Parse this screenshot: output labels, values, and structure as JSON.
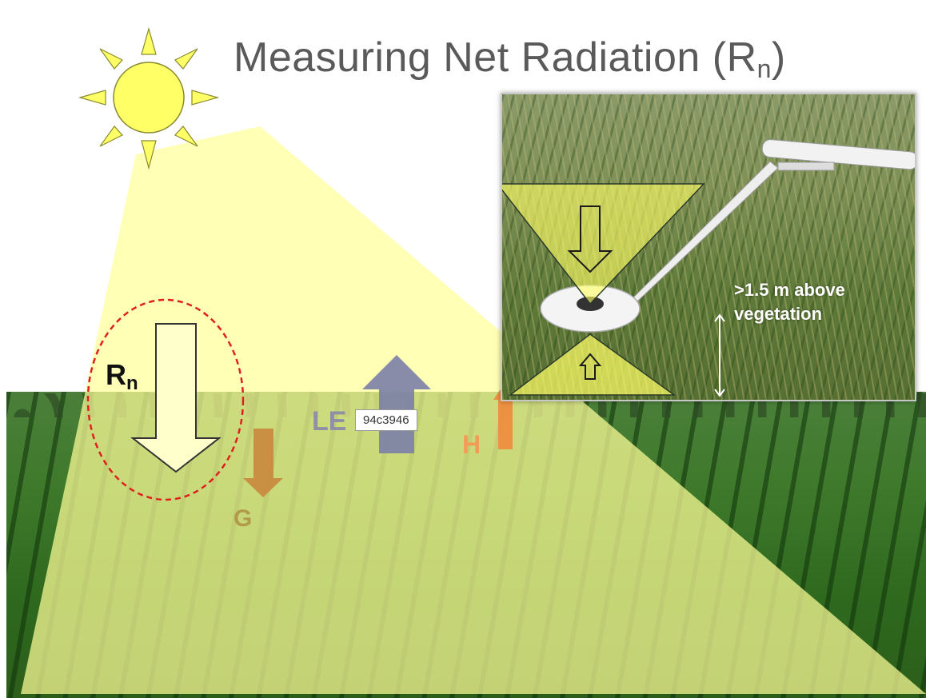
{
  "slide": {
    "title_main": "Measuring Net Radiation (R",
    "title_sub": "n",
    "title_close": ")"
  },
  "inset": {
    "label_line1": ">1.5 m above",
    "label_line2": "vegetation"
  },
  "flux_labels": {
    "rn_main": "R",
    "rn_sub": "n",
    "g": "G",
    "le": "LE",
    "h": "H"
  },
  "tooltip": {
    "text": "94c3946"
  },
  "colors": {
    "sun_fill": "#ffff66",
    "beam_yellow": "#ffff99",
    "rn_arrow_fill": "#ffffcc",
    "rn_circle": "#e02020",
    "g_arrow": "#c9823a",
    "le_arrow": "#7b7fa6",
    "h_arrow": "#f08a3c",
    "title_gray": "#5a5a5a"
  }
}
